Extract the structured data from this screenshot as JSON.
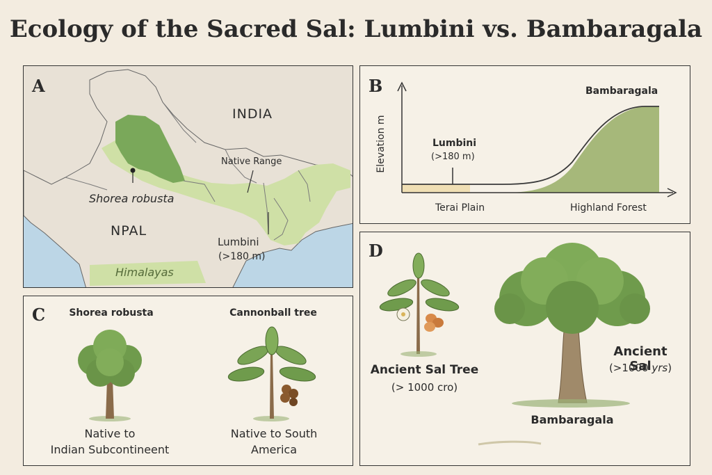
{
  "title": "Ecology of the Sacred Sal: Lumbini vs. Bambaragala",
  "panel_a": {
    "label": "A",
    "country_india": "INDIA",
    "country_nepal": "NPAL",
    "native_range": "Native Range",
    "species": "Shorea robusta",
    "lumbini_name": "Lumbini",
    "lumbini_elev": "(>180 m)",
    "himalayas": "Himalayas",
    "colors": {
      "range_dark": "#7aa85a",
      "range_light": "#cfe0a6",
      "sea": "#bcd6e6",
      "land": "#e8e1d6"
    }
  },
  "panel_b": {
    "label": "B",
    "ylabel": "Elevation m",
    "xlabel_left": "Terai Plain",
    "xlabel_right": "Highland Forest",
    "lumbini_name": "Lumbini",
    "lumbini_elev": "(>180 m)",
    "peak_label": "Bambaragala"
  },
  "panel_c": {
    "label": "C",
    "left_title": "Shorea robusta",
    "left_caption_1": "Native to",
    "left_caption_2": "Indian Subcontineent",
    "right_title": "Cannonball tree",
    "right_caption_1": "Native to South",
    "right_caption_2": "America"
  },
  "panel_d": {
    "label": "D",
    "small_title": "Ancient Sal Tree",
    "small_sub": "(> 1000 cro)",
    "big_title": "Ancient Sal",
    "big_sub_prefix": "(>1000 ",
    "big_sub_italic": "yrs",
    "big_sub_suffix": ")",
    "place": "Bambaragala"
  }
}
